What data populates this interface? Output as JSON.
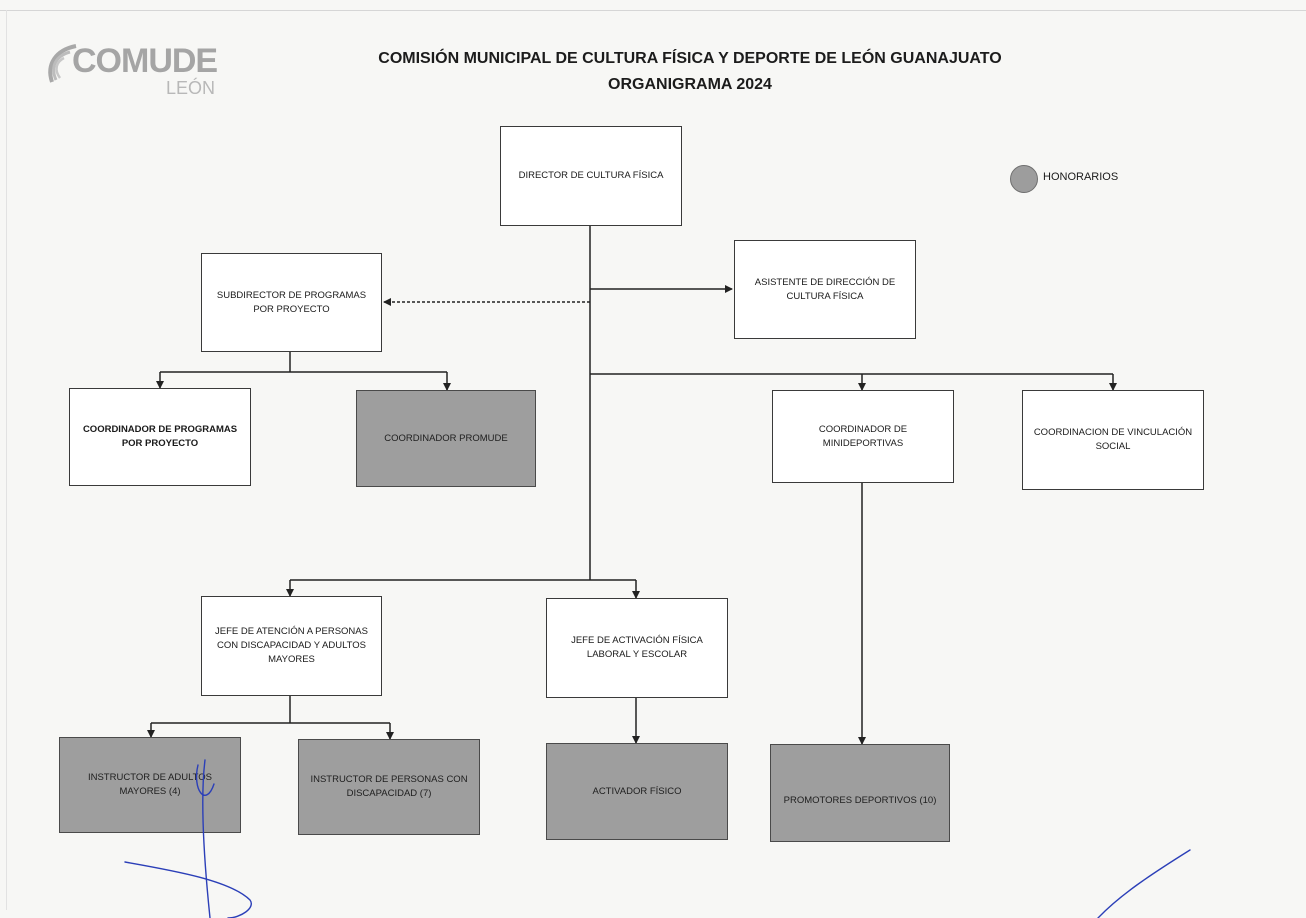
{
  "header": {
    "logo_main": "COMUDE",
    "logo_sub": "LEÓN",
    "title_line1": "COMISIÓN MUNICIPAL DE CULTURA FÍSICA Y DEPORTE DE LEÓN GUANAJUATO",
    "title_line2": "ORGANIGRAMA 2024"
  },
  "legend": {
    "label": "HONORARIOS",
    "color": "#9e9e9e"
  },
  "nodes": {
    "director": {
      "label": "DIRECTOR DE CULTURA FÍSICA"
    },
    "asistente": {
      "label": "ASISTENTE DE DIRECCIÓN DE CULTURA FÍSICA"
    },
    "subdirector": {
      "label": "SUBDIRECTOR DE PROGRAMAS POR PROYECTO"
    },
    "coord_programas": {
      "label": "COORDINADOR DE PROGRAMAS POR PROYECTO"
    },
    "coord_promude": {
      "label": "COORDINADOR PROMUDE",
      "honorarios": true
    },
    "coord_minideportivas": {
      "label": "COORDINADOR DE MINIDEPORTIVAS"
    },
    "coord_vinculacion": {
      "label": "COORDINACION DE VINCULACIÓN SOCIAL"
    },
    "jefe_atencion": {
      "label": "JEFE DE ATENCIÓN A PERSONAS CON DISCAPACIDAD Y ADULTOS MAYORES"
    },
    "jefe_activacion": {
      "label": "JEFE DE ACTIVACIÓN FÍSICA LABORAL Y ESCOLAR"
    },
    "instructor_adultos": {
      "label": "INSTRUCTOR DE ADULTOS MAYORES (4)",
      "honorarios": true
    },
    "instructor_discapacidad": {
      "label": "INSTRUCTOR DE PERSONAS CON DISCAPACIDAD (7)",
      "honorarios": true
    },
    "activador": {
      "label": "ACTIVADOR FÍSICO",
      "honorarios": true
    },
    "promotores": {
      "label": "PROMOTORES DEPORTIVOS (10)",
      "honorarios": true
    }
  },
  "colors": {
    "honorarios_fill": "#9e9e9e",
    "box_border": "#3a3a3a",
    "line": "#222222",
    "signature_ink": "#2b3fb8"
  }
}
